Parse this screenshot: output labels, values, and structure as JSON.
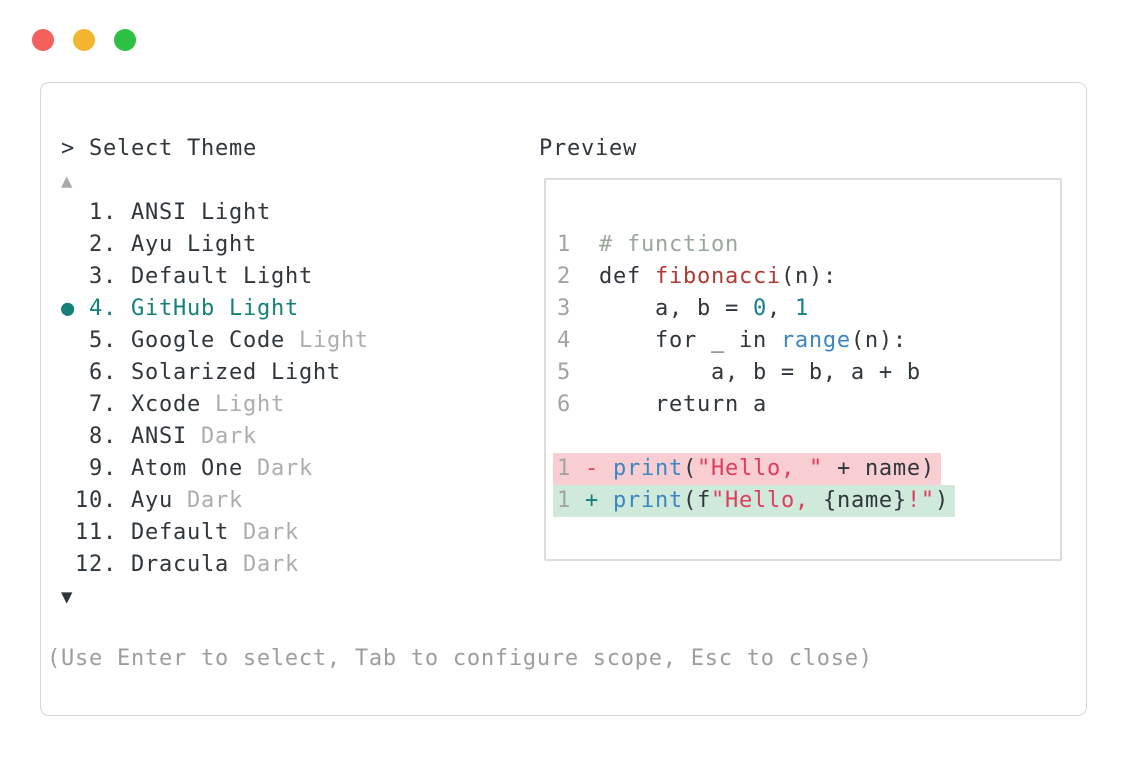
{
  "window": {
    "traffic_lights": [
      {
        "name": "close",
        "color": "#f4605c"
      },
      {
        "name": "minimize",
        "color": "#f3b52e"
      },
      {
        "name": "zoom",
        "color": "#2cc144"
      }
    ]
  },
  "theme_picker": {
    "prompt_marker": ">",
    "title": "Select Theme",
    "scroll_up_icon": "▲",
    "scroll_down_icon": "▼",
    "selected_marker": "●",
    "items": [
      {
        "number": "1.",
        "label": "ANSI Light",
        "suffix": "",
        "selected": false
      },
      {
        "number": "2.",
        "label": "Ayu Light",
        "suffix": "",
        "selected": false
      },
      {
        "number": "3.",
        "label": "Default Light",
        "suffix": "",
        "selected": false
      },
      {
        "number": "4.",
        "label": "GitHub Light",
        "suffix": "",
        "selected": true
      },
      {
        "number": "5.",
        "label": "Google Code",
        "suffix": "Light",
        "selected": false
      },
      {
        "number": "6.",
        "label": "Solarized Light",
        "suffix": "",
        "selected": false
      },
      {
        "number": "7.",
        "label": "Xcode",
        "suffix": "Light",
        "selected": false
      },
      {
        "number": "8.",
        "label": "ANSI",
        "suffix": "Dark",
        "selected": false
      },
      {
        "number": "9.",
        "label": "Atom One",
        "suffix": "Dark",
        "selected": false
      },
      {
        "number": "10.",
        "label": "Ayu",
        "suffix": "Dark",
        "selected": false
      },
      {
        "number": "11.",
        "label": "Default",
        "suffix": "Dark",
        "selected": false
      },
      {
        "number": "12.",
        "label": "Dracula",
        "suffix": "Dark",
        "selected": false
      }
    ]
  },
  "preview": {
    "title": "Preview",
    "code_lines": [
      {
        "num": "1",
        "segments": [
          {
            "text": "# function",
            "color": "comment"
          }
        ]
      },
      {
        "num": "2",
        "segments": [
          {
            "text": "def ",
            "color": "text"
          },
          {
            "text": "fibonacci",
            "color": "function"
          },
          {
            "text": "(n):",
            "color": "text"
          }
        ]
      },
      {
        "num": "3",
        "segments": [
          {
            "text": "    a, b = ",
            "color": "text"
          },
          {
            "text": "0",
            "color": "number"
          },
          {
            "text": ", ",
            "color": "text"
          },
          {
            "text": "1",
            "color": "number"
          }
        ]
      },
      {
        "num": "4",
        "segments": [
          {
            "text": "    for _ in ",
            "color": "text"
          },
          {
            "text": "range",
            "color": "builtin"
          },
          {
            "text": "(n):",
            "color": "text"
          }
        ]
      },
      {
        "num": "5",
        "segments": [
          {
            "text": "        a, b = b, a + b",
            "color": "text"
          }
        ]
      },
      {
        "num": "6",
        "segments": [
          {
            "text": "    return a",
            "color": "text"
          }
        ]
      }
    ],
    "diff_lines": [
      {
        "num": "1",
        "sign": "-",
        "sign_color": "removed",
        "bg": "removed_bg",
        "segments": [
          {
            "text": "print",
            "color": "builtin"
          },
          {
            "text": "(",
            "color": "text"
          },
          {
            "text": "\"Hello, \"",
            "color": "string"
          },
          {
            "text": " + name)",
            "color": "text"
          }
        ]
      },
      {
        "num": "1",
        "sign": "+",
        "sign_color": "added",
        "bg": "added_bg",
        "segments": [
          {
            "text": "print",
            "color": "builtin"
          },
          {
            "text": "(f",
            "color": "text"
          },
          {
            "text": "\"Hello, ",
            "color": "string"
          },
          {
            "text": "{name}",
            "color": "text"
          },
          {
            "text": "!\"",
            "color": "string"
          },
          {
            "text": ")",
            "color": "text"
          }
        ]
      }
    ]
  },
  "footer": {
    "hint": "(Use Enter to select, Tab to configure scope, Esc to close)"
  },
  "colors": {
    "text": "#2f363c",
    "muted_suffix": "#adadad",
    "line_number": "#a2a2a2",
    "footer": "#9d9d9d",
    "selected_teal": "#15807b",
    "comment": "#9aa79b",
    "function_red": "#b13a35",
    "builtin_blue": "#3b87c4",
    "number_teal": "#15808b",
    "string_crimson": "#e23b5f",
    "diff_removed": "#e0445c",
    "diff_added": "#15807b",
    "removed_bg": "#f8ced3",
    "added_bg": "#cfe9da",
    "panel_border": "#d6d6d6"
  }
}
